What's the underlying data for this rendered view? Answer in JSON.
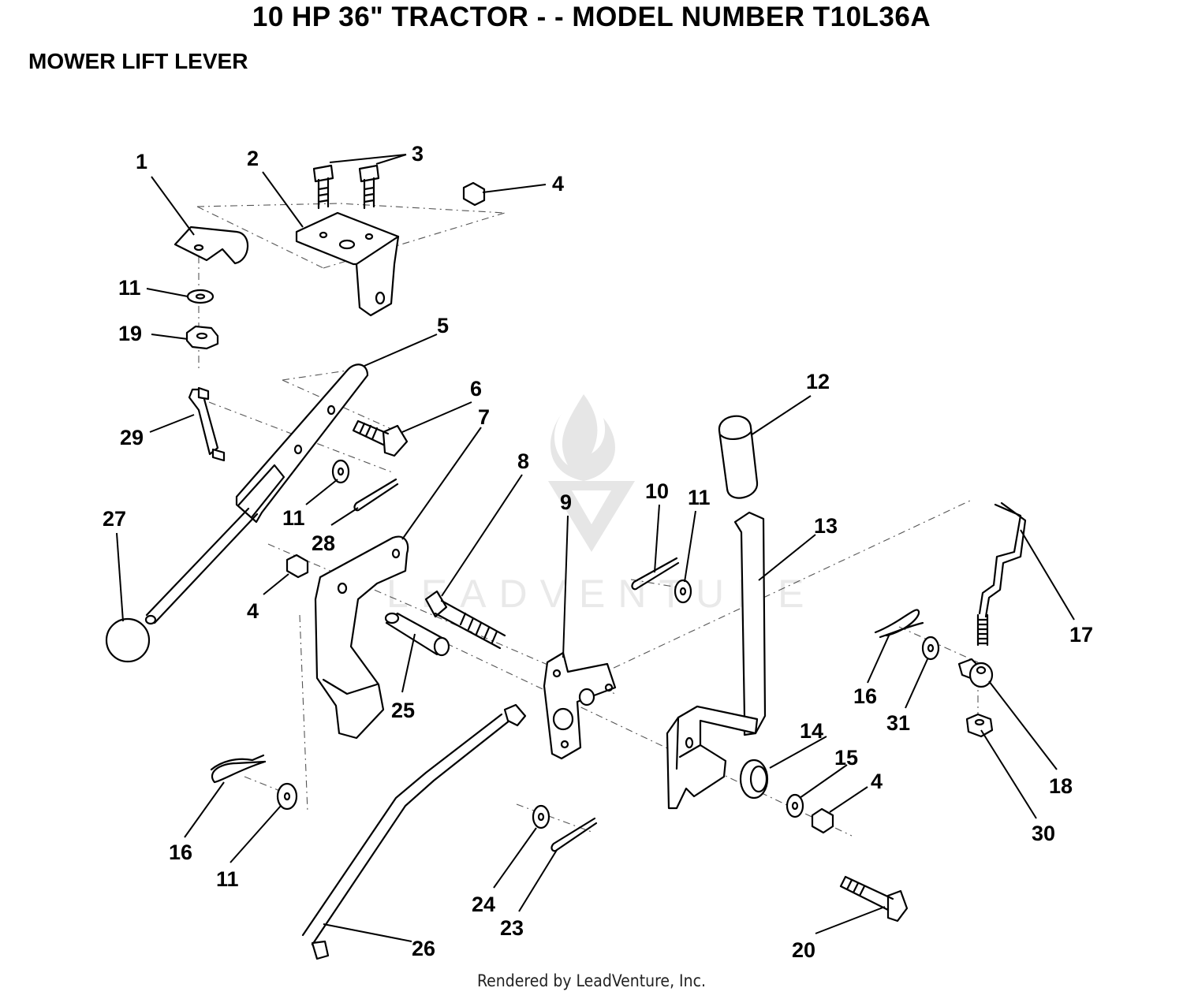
{
  "header": {
    "title": "10 HP  36\"  TRACTOR  - - MODEL NUMBER T10L36A",
    "subtitle": "MOWER LIFT LEVER"
  },
  "watermark": {
    "text": "LEADVENTURE"
  },
  "footer": {
    "text": "Rendered by LeadVenture, Inc."
  },
  "callouts": [
    {
      "label": "1"
    },
    {
      "label": "2"
    },
    {
      "label": "3"
    },
    {
      "label": "4"
    },
    {
      "label": "11"
    },
    {
      "label": "19"
    },
    {
      "label": "5"
    },
    {
      "label": "6"
    },
    {
      "label": "29"
    },
    {
      "label": "7"
    },
    {
      "label": "12"
    },
    {
      "label": "8"
    },
    {
      "label": "10"
    },
    {
      "label": "11"
    },
    {
      "label": "9"
    },
    {
      "label": "27"
    },
    {
      "label": "11"
    },
    {
      "label": "28"
    },
    {
      "label": "13"
    },
    {
      "label": "4"
    },
    {
      "label": "17"
    },
    {
      "label": "16"
    },
    {
      "label": "31"
    },
    {
      "label": "25"
    },
    {
      "label": "14"
    },
    {
      "label": "15"
    },
    {
      "label": "4"
    },
    {
      "label": "18"
    },
    {
      "label": "16"
    },
    {
      "label": "11"
    },
    {
      "label": "30"
    },
    {
      "label": "24"
    },
    {
      "label": "23"
    },
    {
      "label": "26"
    },
    {
      "label": "20"
    }
  ],
  "colors": {
    "ink": "#000000",
    "background": "#ffffff",
    "watermark": "#e6e6e6"
  }
}
